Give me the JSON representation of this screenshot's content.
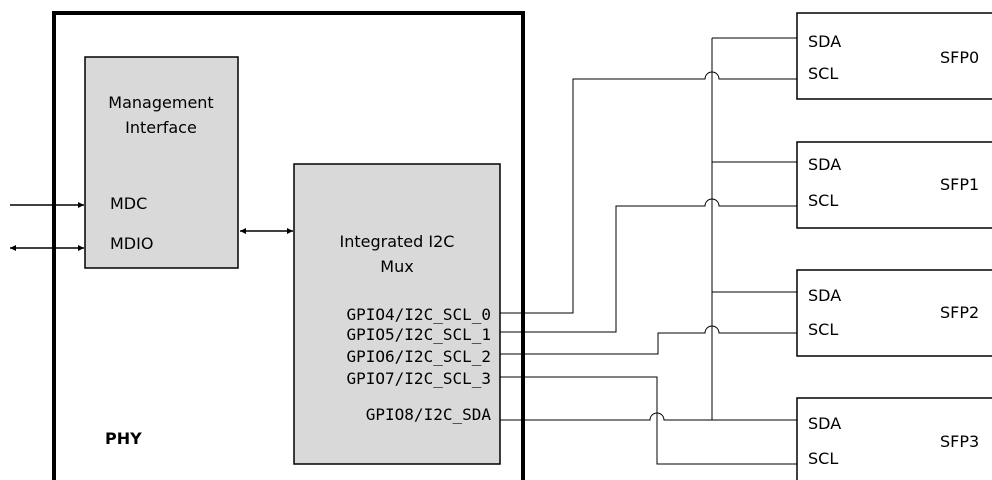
{
  "phy": {
    "label": "PHY"
  },
  "management": {
    "title_line1": "Management",
    "title_line2": "Interface",
    "mdc": "MDC",
    "mdio": "MDIO"
  },
  "mux": {
    "title_line1": "Integrated I2C",
    "title_line2": "Mux",
    "pins": [
      "GPIO4/I2C_SCL_0",
      "GPIO5/I2C_SCL_1",
      "GPIO6/I2C_SCL_2",
      "GPIO7/I2C_SCL_3",
      "GPIO8/I2C_SDA"
    ]
  },
  "sfps": [
    {
      "name": "SFP0",
      "sda": "SDA",
      "scl": "SCL"
    },
    {
      "name": "SFP1",
      "sda": "SDA",
      "scl": "SCL"
    },
    {
      "name": "SFP2",
      "sda": "SDA",
      "scl": "SCL"
    },
    {
      "name": "SFP3",
      "sda": "SDA",
      "scl": "SCL"
    }
  ]
}
